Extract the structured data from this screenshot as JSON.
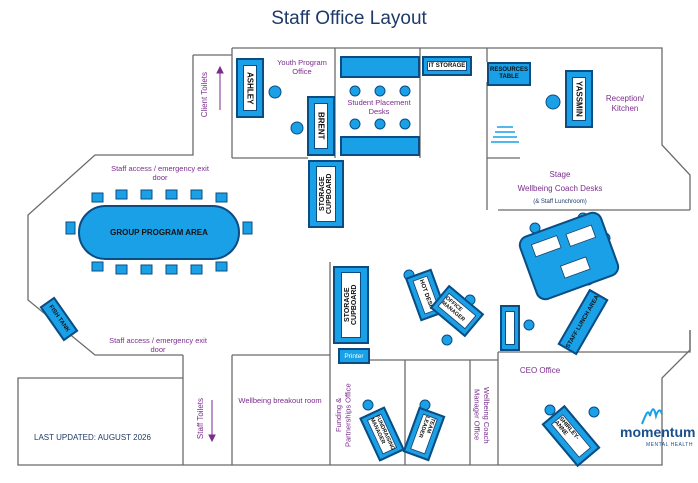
{
  "title": "Staff Office Layout",
  "footer": {
    "last_updated": "LAST UPDATED: AUGUST 2026"
  },
  "logo": {
    "name": "momentum",
    "tagline": "MENTAL HEALTH"
  },
  "labels": {
    "client_toilets": "Client Toilets",
    "staff_toilets": "Staff Toilets",
    "youth_office": "Youth Program Office",
    "student_desks": "Student Placement Desks",
    "reception": "Reception/ Kitchen",
    "staff_access_top": "Staff access / emergency exit door",
    "staff_access_bottom": "Staff access / emergency exit door",
    "stage": "Stage",
    "wellbeing_coach_desks": "Wellbeing Coach Desks",
    "staff_lunchroom": "(& Staff Lunchroom)",
    "ceo_office": "CEO Office",
    "wellbeing_breakout": "Wellbeing breakout room",
    "funding_office": "Funding & Partnerships Office",
    "coach_manager_office": "Wellbeing Coach Manager Office"
  },
  "furniture": {
    "ashley": "ASHLEY",
    "brent": "BRENT",
    "it_storage": "IT STORAGE",
    "resources_table": "RESOURCES TABLE",
    "yassmin": "YASSMIN",
    "storage_cupboard_1": "STORAGE CUPBOARD",
    "storage_cupboard_2": "STORAGE CUPBOARD",
    "group_program_area": "GROUP PROGRAM AREA",
    "fish_tank": "FISH TANK",
    "hot_desk": "HOT DESK",
    "office_manager": "OFFICE MANAGER",
    "printer": "Printer",
    "staff_lunch_area": "STAFF LUNCH AREA",
    "fundraising_manager": "FUNDRAISING MANAGER",
    "team_leader": "TEAM LEADER",
    "shirley_anne": "SHIRLEY-ANNE"
  },
  "colors": {
    "desk": "#1aa0e6",
    "outline": "#0b4c82",
    "walls": "#6b6b6b",
    "label": "#7a2c8c",
    "title": "#1f3a68"
  }
}
